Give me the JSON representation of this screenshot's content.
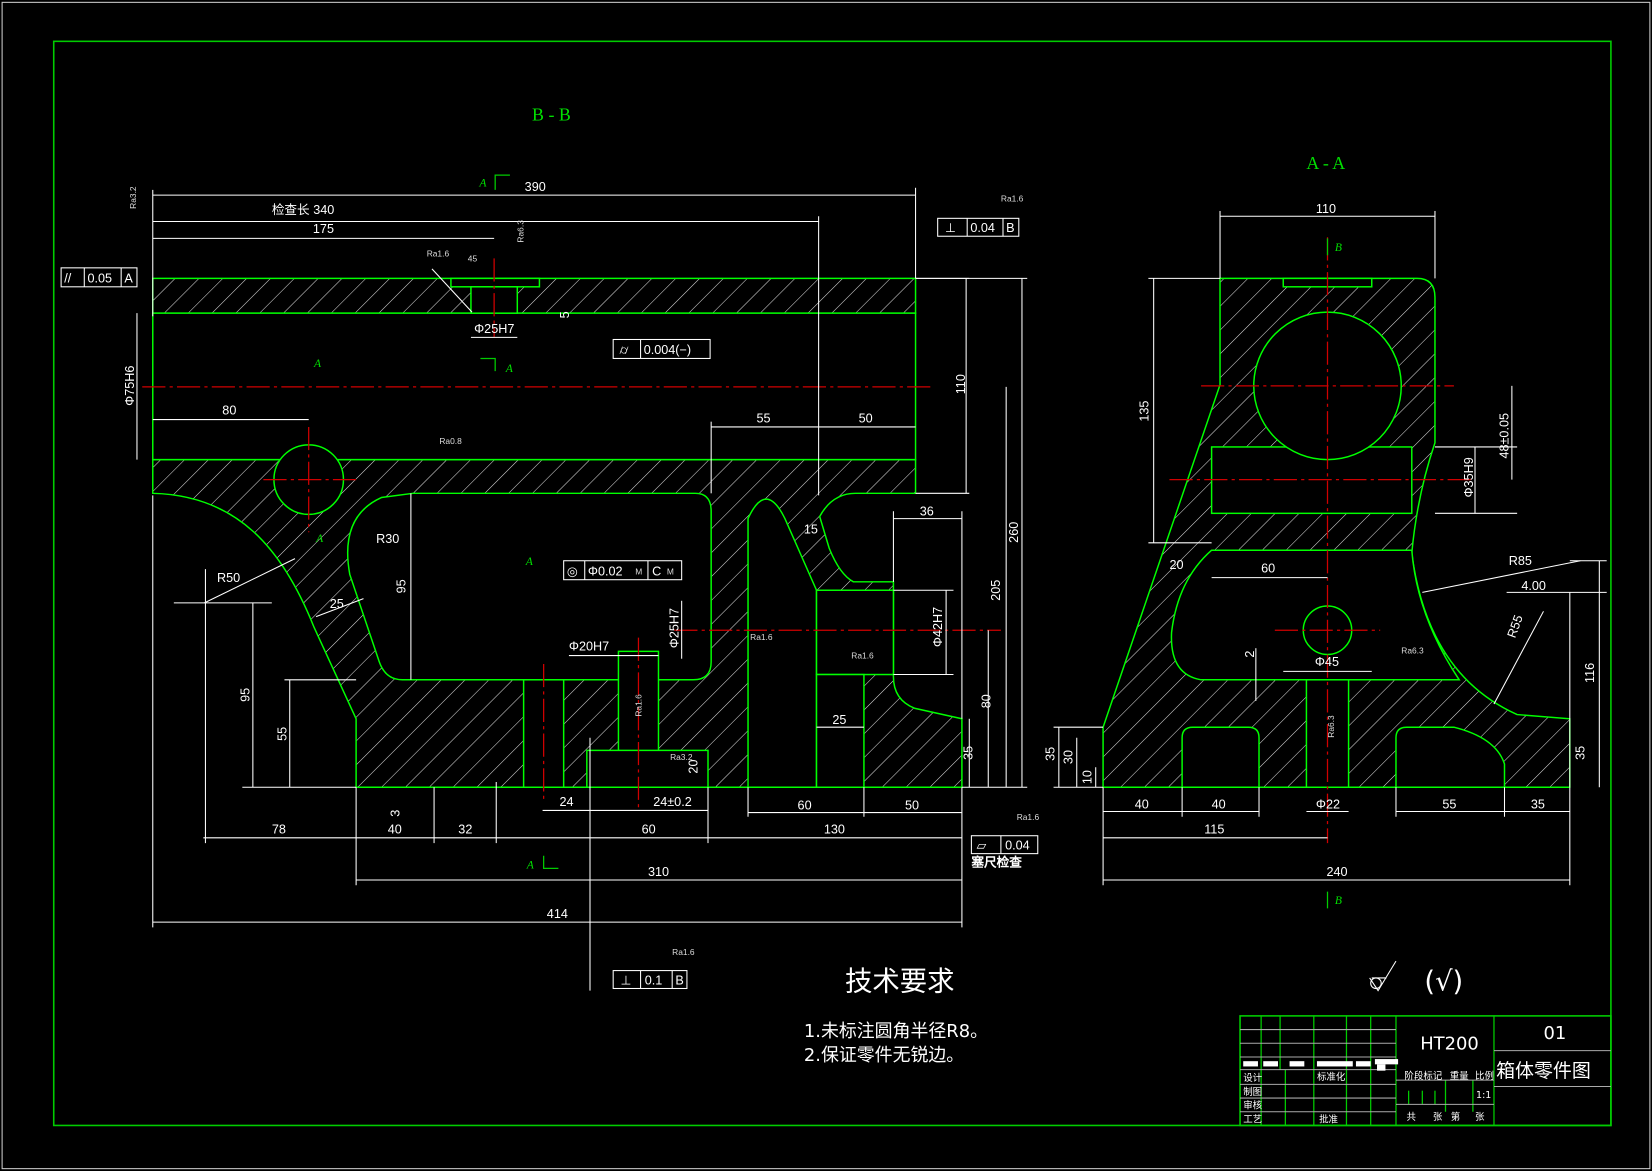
{
  "colors": {
    "border": "#00cc00",
    "geometry": "#00ff00",
    "centerline": "#d00000",
    "dimension": "#ffffff"
  },
  "bb": {
    "title": "B - B",
    "d390": "390",
    "check_len": "检查长   340",
    "d175": "175",
    "d80": "80",
    "d55": "55",
    "d50a": "50",
    "d110": "110",
    "d260": "260",
    "d205": "205",
    "d36": "36",
    "d15": "15",
    "r30": "R30",
    "d95a": "95",
    "r50": "R50",
    "d25a": "25",
    "phi20": "Φ20H7",
    "phi25a": "Φ25H7",
    "phi25b": "Φ25H7",
    "phi42": "Φ42H7",
    "phi75": "Φ75H6",
    "d5": "5",
    "d20": "20",
    "d25b": "25",
    "d80b": "80",
    "d35": "35",
    "d95b": "95",
    "d55b": "55",
    "d3": "3",
    "d24": "24",
    "d24tol": "24±0.2",
    "d60a": "60",
    "d50b": "50",
    "d78": "78",
    "d40": "40",
    "d32": "32",
    "d60b": "60",
    "d130": "130",
    "d310": "310",
    "d414": "414",
    "d45": "45",
    "ra32": "Ra3.2",
    "ra16a": "Ra1.6",
    "ra63": "Ra6.3",
    "ra16b": "Ra1.6",
    "ra08": "Ra0.8",
    "ra16c": "Ra1.6",
    "ra16d": "Ra1.6",
    "ra16e": "Ra1.6",
    "ra32b": "Ra3.2",
    "ra16f": "Ra1.6",
    "ra16g": "Ra1.6",
    "tol_perp_top": {
      "value": "0.04",
      "datum": "B"
    },
    "tol_par": {
      "value": "0.05",
      "datum": "A"
    },
    "tol_cyl": {
      "value": "0.004(−)"
    },
    "tol_coax": {
      "value": "Φ0.02",
      "m1": "M",
      "datum": "C",
      "m2": "M"
    },
    "tol_flat": {
      "value": "0.04",
      "note": "塞尺检查"
    },
    "tol_perp_bottom": {
      "value": "0.1",
      "datum": "B"
    },
    "sec": "A"
  },
  "aa": {
    "title": "A - A",
    "d110": "110",
    "b": "B",
    "d135": "135",
    "d48": "48±0.05",
    "phi35": "Φ35H9",
    "d20": "20",
    "d60": "60",
    "r85": "R85",
    "d400": "4.00",
    "r55": "R55",
    "d116": "116",
    "d2": "2",
    "phi45": "Φ45",
    "ra63a": "Ra6.3",
    "ra63b": "Ra6.3",
    "d35a": "35",
    "d30": "30",
    "d10": "10",
    "d35b": "35",
    "d40a": "40",
    "d40b": "40",
    "phi22": "Φ22",
    "d55": "55",
    "d35c": "35",
    "d115": "115",
    "d240": "240"
  },
  "notes": {
    "heading": "技术要求",
    "items": [
      "1.未标注圆角半径R8。",
      "2.保证零件无锐边。"
    ],
    "roughness_symbol": "(√)"
  },
  "title_block": {
    "material": "HT200",
    "drawing_no": "01",
    "name": "箱体零件图",
    "design": "设计",
    "standardize": "标准化",
    "draw": "制图",
    "review": "审核",
    "process": "工艺",
    "approve": "批准",
    "stage": "阶段标记",
    "weight": "重量",
    "scale_label": "比例",
    "scale": "1:1",
    "total": "共",
    "sheets": "张",
    "no": "第",
    "sheet": "张"
  }
}
